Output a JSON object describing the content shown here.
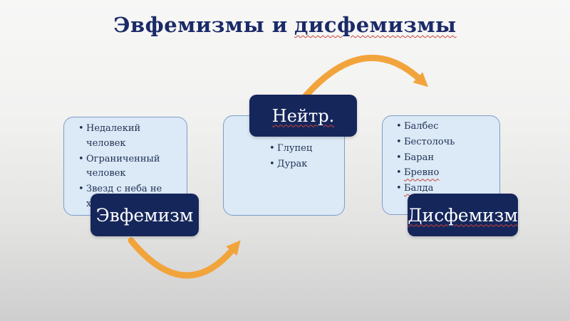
{
  "slide": {
    "title": {
      "plain": "Эвфемизмы и",
      "underlined": "дисфемизмы"
    },
    "groups": [
      {
        "label": "Эвфемизм",
        "items": [
          "Недалекий человек",
          "Ограниченный человек",
          "Звезд с неба не хватает"
        ]
      },
      {
        "label": "Нейтр.",
        "items": [
          "Глупец",
          "Дурак"
        ]
      },
      {
        "label": "Дисфемизм",
        "items": [
          "Балбес",
          "Бестолочь",
          "Баран",
          "Бревно",
          "Балда"
        ]
      }
    ],
    "colors": {
      "navy_plate": "#15265b",
      "card_fill": "#dce9f6",
      "card_border": "#7e9dc7",
      "arrow_orange": "#f2a43c",
      "title_navy": "#1b2a68",
      "spellcheck_red": "#c84336",
      "background_top": "#f7f7f6",
      "background_bottom": "#cecece"
    }
  }
}
